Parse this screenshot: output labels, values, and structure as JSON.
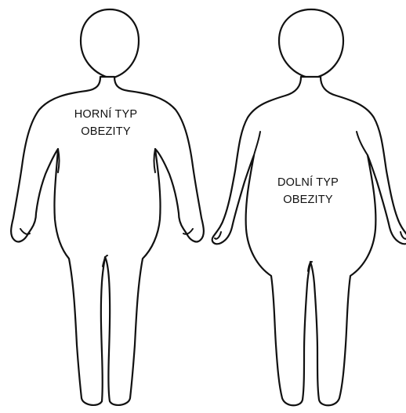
{
  "figures": [
    {
      "id": "upper",
      "label_lines": [
        "HORNÍ TYP",
        "OBEZITY"
      ]
    },
    {
      "id": "lower",
      "label_lines": [
        "DOLNÍ TYP",
        "OBEZITY"
      ]
    }
  ],
  "colors": {
    "outline": "#111111",
    "background": "#ffffff"
  }
}
